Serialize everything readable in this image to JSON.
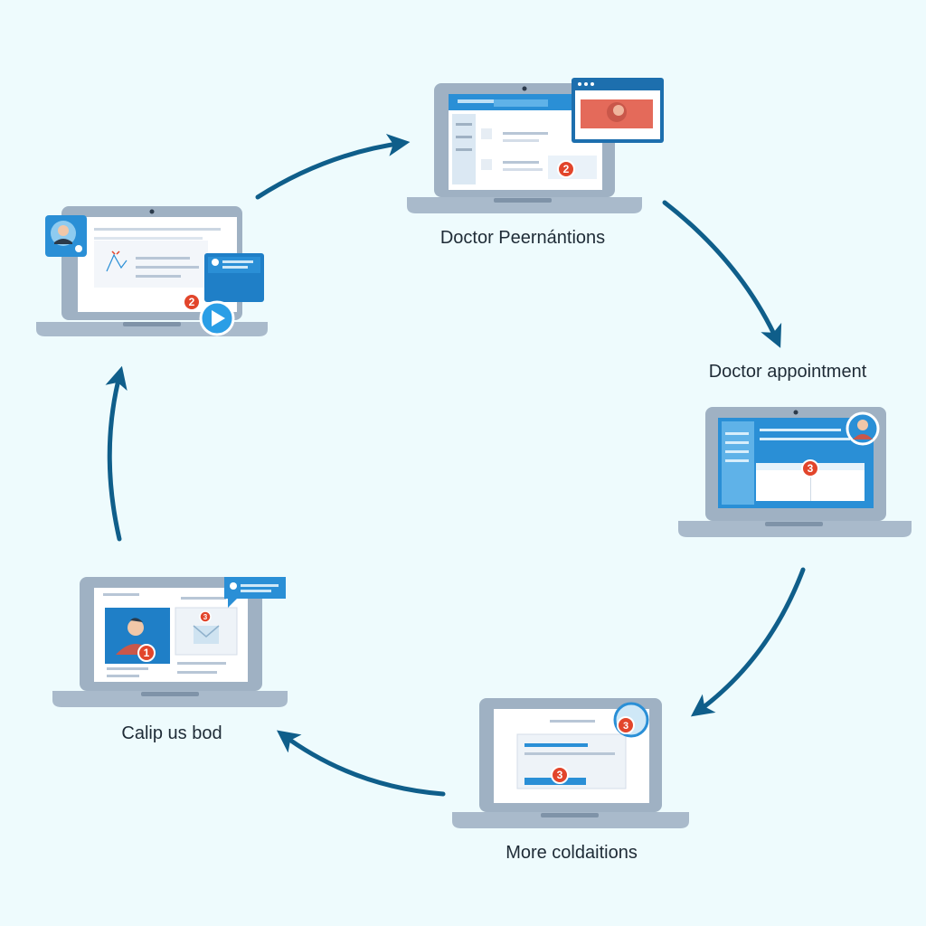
{
  "labels": {
    "top": "Doctor Peernántions",
    "right": "Doctor appointment",
    "bottom": "More coldaitions",
    "left": "Calip us bod"
  },
  "badges": {
    "top_left_laptop": "2",
    "top_laptop": "2",
    "right_laptop": "3",
    "bottom_laptop_main": "3",
    "bottom_laptop_corner": "3",
    "left_laptop_person": "1",
    "left_laptop_mail": "3"
  },
  "colors": {
    "background": "#eefbfd",
    "arrow": "#0f5e8a",
    "laptop_frame": "#9fb1c3",
    "laptop_base": "#a9bacb",
    "screen_bg": "#ffffff",
    "accent_blue": "#2a8fd6",
    "badge_red": "#e2452b",
    "popup_red": "#e46a5a"
  },
  "icons": [
    "play-icon",
    "avatar-icon",
    "mail-icon",
    "arrow-icon"
  ]
}
